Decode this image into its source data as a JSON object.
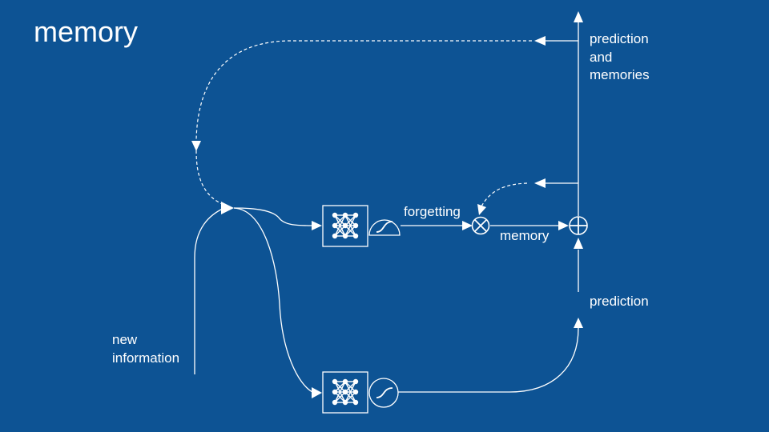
{
  "slide": {
    "title": "memory",
    "labels": {
      "prediction_and_memories": "prediction\nand\nmemories",
      "forgetting": "forgetting",
      "memory": "memory",
      "prediction": "prediction",
      "new_information": "new\ninformation"
    }
  },
  "colors": {
    "background": "#0d5394",
    "foreground": "#ffffff"
  },
  "icons": {
    "neural_net": "neural-network-icon",
    "sigmoid": "sigmoid-icon",
    "multiply": "multiply-gate-icon",
    "add": "add-gate-icon"
  }
}
